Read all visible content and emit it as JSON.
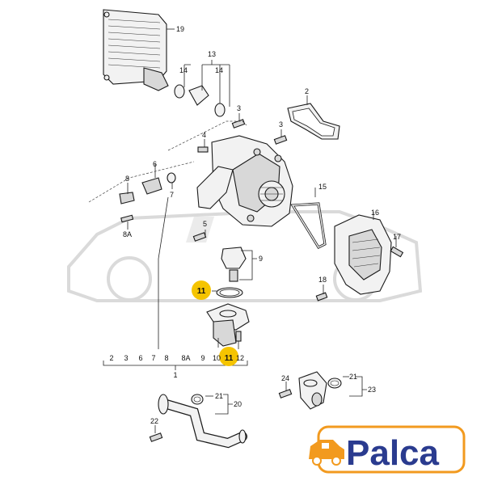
{
  "diagram": {
    "callouts": {
      "c19": "19",
      "c13": "13",
      "c14a": "14",
      "c14b": "14",
      "c2": "2",
      "c3a": "3",
      "c3b": "3",
      "c4": "4",
      "c5": "5",
      "c6": "6",
      "c7": "7",
      "c8": "8",
      "c8a": "8A",
      "c15": "15",
      "c16": "16",
      "c17": "17",
      "c9": "9",
      "c11": "11",
      "c18": "18",
      "c24": "24",
      "c21a": "21",
      "c21b": "21",
      "c20": "20",
      "c23": "23",
      "c22": "22"
    },
    "group1": {
      "items": [
        "2",
        "3",
        "6",
        "7",
        "8",
        "8A",
        "9",
        "10",
        "11",
        "12"
      ],
      "total": "1"
    },
    "highlight_color": "#f5c400"
  },
  "brand": {
    "name": "Palca",
    "text_color": "#2a3b8f",
    "icon_color": "#f29a1f"
  }
}
